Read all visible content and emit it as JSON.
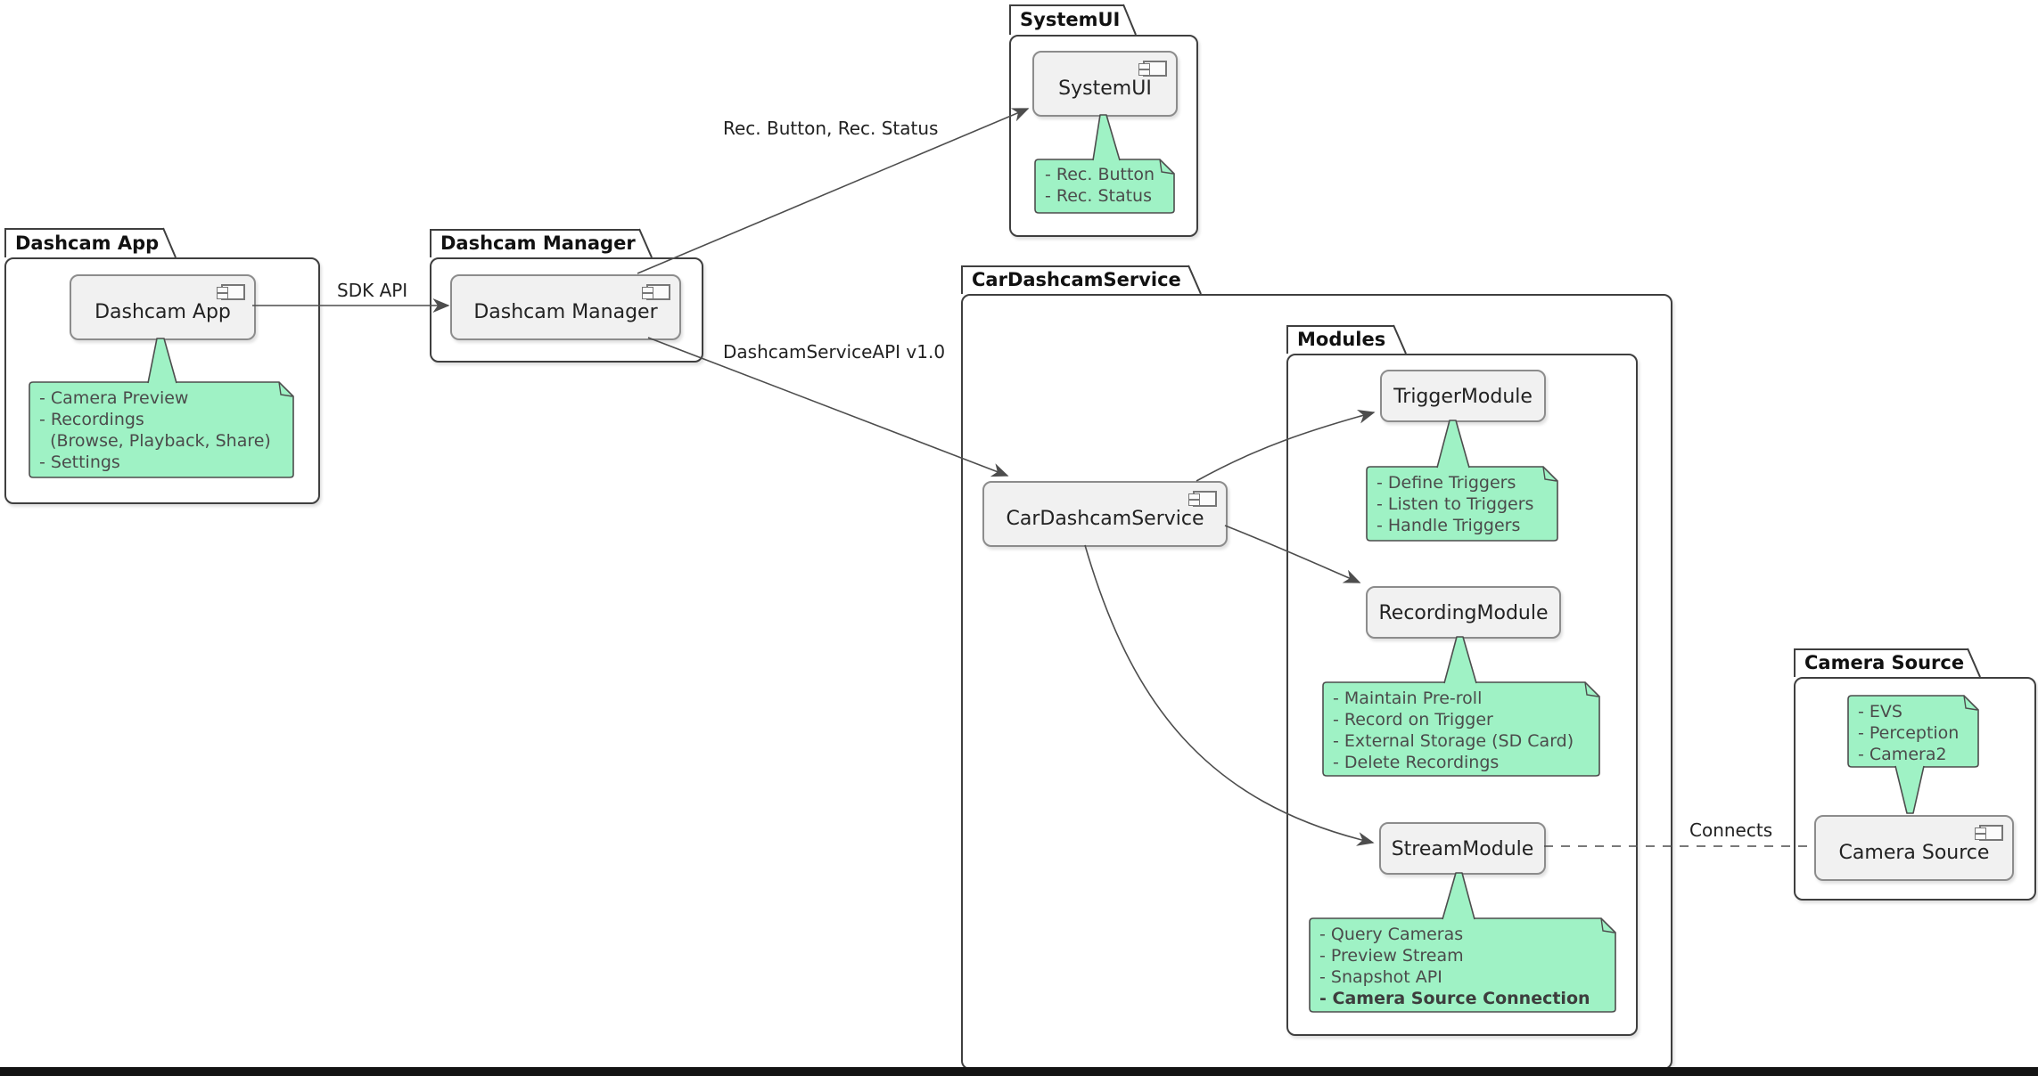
{
  "packages": {
    "dashcam_app": "Dashcam App",
    "dashcam_manager": "Dashcam Manager",
    "systemui": "SystemUI",
    "car_dashcam_service": "CarDashcamService",
    "modules": "Modules",
    "camera_source": "Camera Source"
  },
  "components": {
    "dashcam_app": "Dashcam App",
    "dashcam_manager": "Dashcam Manager",
    "systemui": "SystemUI",
    "car_dashcam_service": "CarDashcamService",
    "trigger_module": "TriggerModule",
    "recording_module": "RecordingModule",
    "stream_module": "StreamModule",
    "camera_source": "Camera Source"
  },
  "notes": {
    "dashcam_app": {
      "lines": [
        "- Camera Preview",
        "- Recordings",
        "  (Browse, Playback, Share)",
        "- Settings"
      ]
    },
    "systemui": {
      "lines": [
        "- Rec. Button",
        "- Rec. Status"
      ]
    },
    "trigger_module": {
      "lines": [
        "- Define Triggers",
        "- Listen to Triggers",
        "- Handle Triggers"
      ]
    },
    "recording_module": {
      "lines": [
        "- Maintain Pre-roll",
        "- Record on Trigger",
        "- External Storage (SD Card)",
        "- Delete Recordings"
      ]
    },
    "stream_module": {
      "lines": [
        "- Query Cameras",
        "- Preview Stream",
        "- Snapshot API",
        "- Camera Source Connection"
      ]
    },
    "camera_source": {
      "lines": [
        "- EVS",
        "- Perception",
        "- Camera2"
      ]
    }
  },
  "edge_labels": {
    "sdk_api": "SDK API",
    "rec_button_status": "Rec. Button, Rec. Status",
    "dashcam_service_api": "DashcamServiceAPI v1.0",
    "connects": "Connects"
  },
  "colors": {
    "note_fill": "#9FF2C5",
    "note_border": "#4D4D4D",
    "component_fill": "#F1F1F1",
    "component_border": "#8C8C8C",
    "package_border": "#3F3F3F",
    "line": "#4D4D4D",
    "bottom_bar": "#141414"
  }
}
